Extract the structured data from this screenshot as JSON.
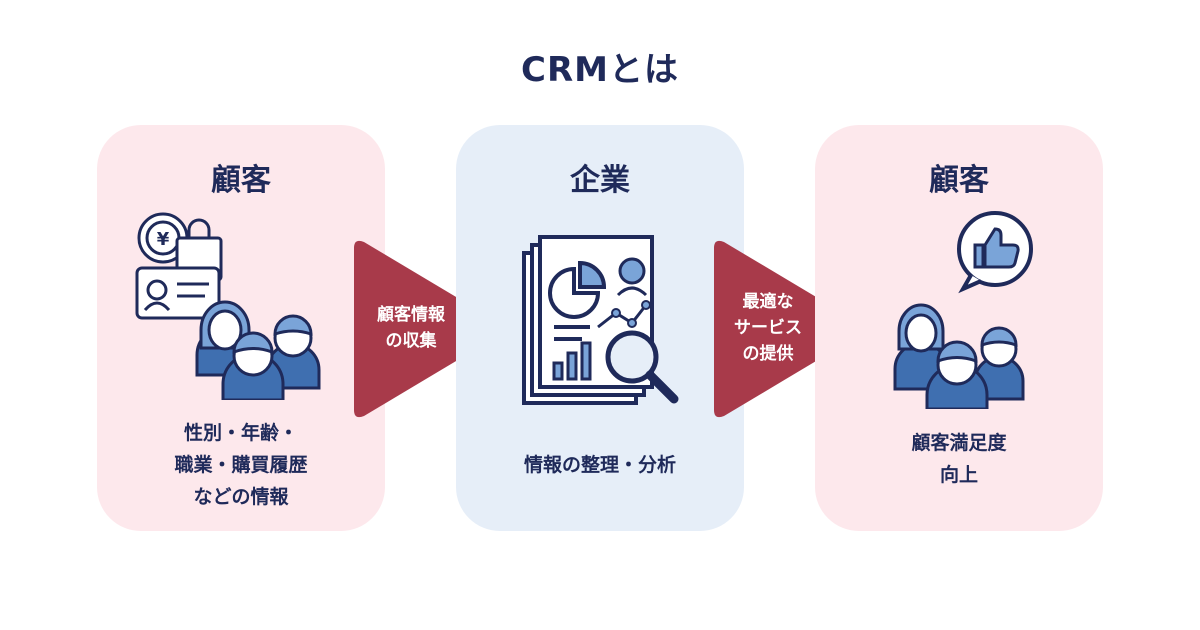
{
  "title": "CRMとは",
  "panels": [
    {
      "heading": "顧客",
      "icon": "customers-with-shopping-icon",
      "caption_lines": [
        "性別・年齢・",
        "職業・購買履歴",
        "などの情報"
      ]
    },
    {
      "heading": "企業",
      "icon": "data-analysis-report-icon",
      "caption_lines": [
        "情報の整理・分析"
      ]
    },
    {
      "heading": "顧客",
      "icon": "satisfied-customers-thumbs-up-icon",
      "caption_lines": [
        "顧客満足度",
        "向上"
      ]
    }
  ],
  "arrows": [
    {
      "label_lines": [
        "顧客情報",
        "の収集"
      ]
    },
    {
      "label_lines": [
        "最適な",
        "サービス",
        "の提供"
      ]
    }
  ],
  "colors": {
    "navy": "#1f2a5a",
    "pink_panel": "#fde8ec",
    "blue_panel": "#e6eef8",
    "arrow": "#a83a4a",
    "person_blue": "#3f6fb0",
    "person_light": "#7aa4d8"
  }
}
